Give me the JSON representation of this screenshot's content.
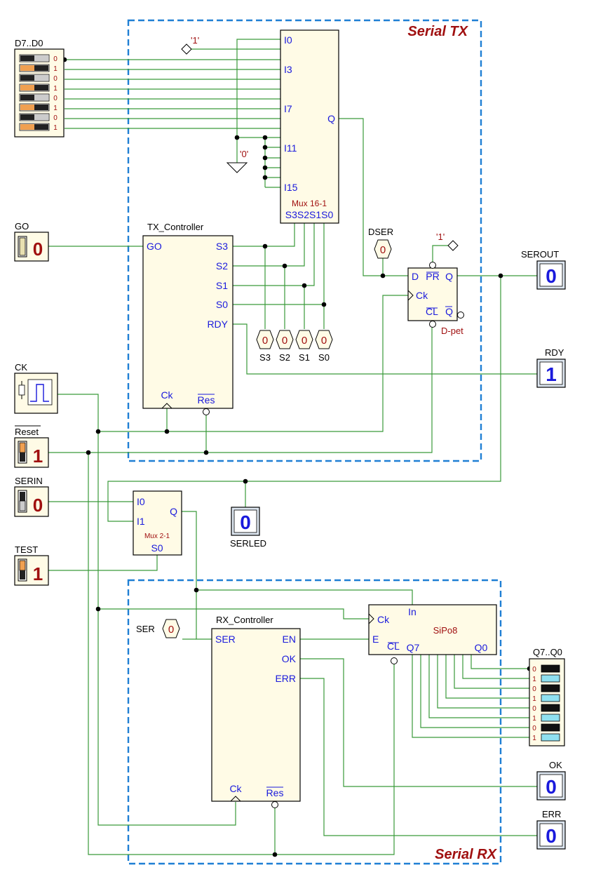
{
  "regions": {
    "serial_tx": "Serial TX",
    "serial_rx": "Serial RX"
  },
  "mux16": {
    "name": "Mux 16-1",
    "inputs": [
      "I0",
      "I3",
      "I7",
      "I11",
      "I15"
    ],
    "output": "Q",
    "selects": "S3S2S1S0",
    "const_one": "'1'",
    "const_zero": "'0'"
  },
  "tx_controller": {
    "title": "TX_Controller",
    "pins": [
      "GO",
      "S3",
      "S2",
      "S1",
      "S0",
      "RDY",
      "Ck",
      "Res"
    ]
  },
  "dff": {
    "name": "D-pet",
    "pins": [
      "D",
      "PR",
      "Q",
      "Ck",
      "CL",
      "Q"
    ],
    "const_one": "'1'"
  },
  "dser": {
    "label": "DSER",
    "value": "0"
  },
  "s_probes": [
    {
      "label": "S3",
      "value": "0"
    },
    {
      "label": "S2",
      "value": "0"
    },
    {
      "label": "S1",
      "value": "0"
    },
    {
      "label": "S0",
      "value": "0"
    }
  ],
  "dip_in": {
    "label": "D7..D0",
    "bits": [
      "0",
      "1",
      "0",
      "1",
      "0",
      "1",
      "0",
      "1"
    ]
  },
  "inputs": {
    "go": {
      "label": "GO",
      "value": "0"
    },
    "ck": {
      "label": "CK"
    },
    "reset": {
      "label": "Reset",
      "value": "1"
    },
    "serin": {
      "label": "SERIN",
      "value": "0"
    },
    "test": {
      "label": "TEST",
      "value": "1"
    }
  },
  "outputs": {
    "serout": {
      "label": "SEROUT",
      "value": "0"
    },
    "rdy": {
      "label": "RDY",
      "value": "1"
    },
    "serled": {
      "label": "SERLED",
      "value": "0"
    },
    "ok": {
      "label": "OK",
      "value": "0"
    },
    "err": {
      "label": "ERR",
      "value": "0"
    }
  },
  "mux2": {
    "name": "Mux 2-1",
    "pins": [
      "I0",
      "I1",
      "Q",
      "S0"
    ]
  },
  "rx_controller": {
    "title": "RX_Controller",
    "pins": [
      "SER",
      "EN",
      "OK",
      "ERR",
      "Ck",
      "Res"
    ]
  },
  "ser_probe": {
    "label": "SER",
    "value": "0"
  },
  "sipo": {
    "name": "SiPo8",
    "pins": [
      "In",
      "Ck",
      "E",
      "CL",
      "Q7",
      "Q0"
    ]
  },
  "dip_out": {
    "label": "Q7..Q0",
    "bits": [
      "0",
      "1",
      "0",
      "1",
      "0",
      "1",
      "0",
      "1"
    ]
  },
  "colors": {
    "wire": "#3a9a3a",
    "frame": "#1f7fd4",
    "title": "#a01010",
    "pin_text": "#1a1adc",
    "block_fill": "#fffbe6"
  }
}
